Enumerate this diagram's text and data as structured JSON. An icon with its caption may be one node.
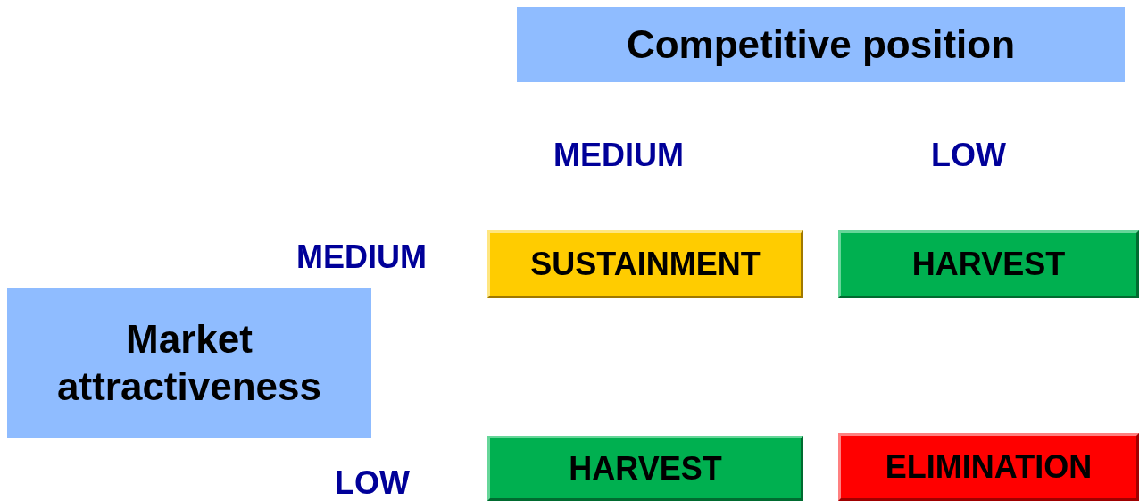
{
  "diagram": {
    "nodes": [
      {
        "text": [
          "Competitive position"
        ]
      },
      {
        "text": [
          "Market attractiveness"
        ]
      },
      {
        "text": [
          "SUSTAINMENT"
        ]
      },
      {
        "text": [
          "HARVEST"
        ]
      },
      {
        "text": [
          "HARVEST"
        ]
      },
      {
        "text": [
          "ELIMINATION"
        ]
      }
    ],
    "labels": [
      "MEDIUM",
      "LOW",
      "MEDIUM",
      "LOW"
    ]
  }
}
